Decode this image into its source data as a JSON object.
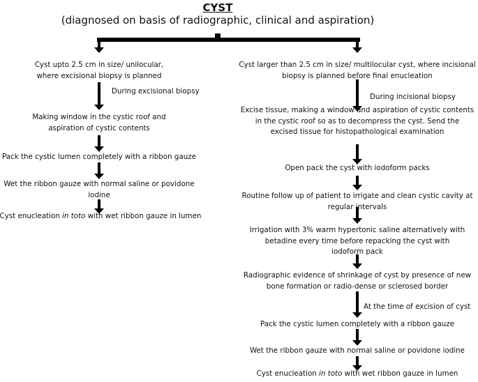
{
  "title": "CYST",
  "subtitle": "(diagnosed on basis of radiographic, clinical and aspiration)",
  "left": {
    "condition": [
      "Cyst upto 2.5 cm in size/ unilocular,",
      "where excisional biopsy is planned"
    ],
    "arrow_label": "During excisional biopsy",
    "steps": [
      [
        "Making window in the cystic roof and",
        "aspiration of cystic contents"
      ],
      [
        "Pack the cystic lumen completely with a ribbon gauze"
      ],
      [
        "Wet the ribbon gauze with normal saline or povidone",
        "iodine"
      ]
    ],
    "final": {
      "pre": "Cyst enucleation ",
      "em": "in toto",
      "post": " with wet ribbon gauze in lumen"
    }
  },
  "right": {
    "condition": [
      "Cyst larger than 2.5 cm in size/ multilocular cyst, where incisional",
      "biopsy is planned before final enucleation"
    ],
    "arrow_label": "During incisional biopsy",
    "steps": [
      [
        "Excise tissue, making a window and aspiration of cystic contents",
        "in the cystic roof so as to decompress the cyst. Send the",
        "excised tissue for histopathological examination"
      ],
      [
        "Open pack the cyst with iodoform packs"
      ],
      [
        "Routine follow up of patient to irrigate and clean cystic cavity at",
        "regular intervals"
      ],
      [
        "Irrigation with 3% warm hypertonic saline alternatively with",
        "betadine every time before repacking the cyst with",
        "iodoform pack"
      ],
      [
        "Radiographic evidence of shrinkage of cyst by presence of new",
        "bone formation or radio-dense or sclerosed border"
      ],
      [
        "Pack the cystic lumen completely with a ribbon gauze"
      ],
      [
        "Wet the ribbon gauze with normal saline or povidone iodine"
      ]
    ],
    "arrow_label_2": "At the time of  excision of cyst",
    "final": {
      "pre": "Cyst enucleation ",
      "em": "in toto",
      "post": " with wet ribbon gauze in lumen"
    }
  }
}
